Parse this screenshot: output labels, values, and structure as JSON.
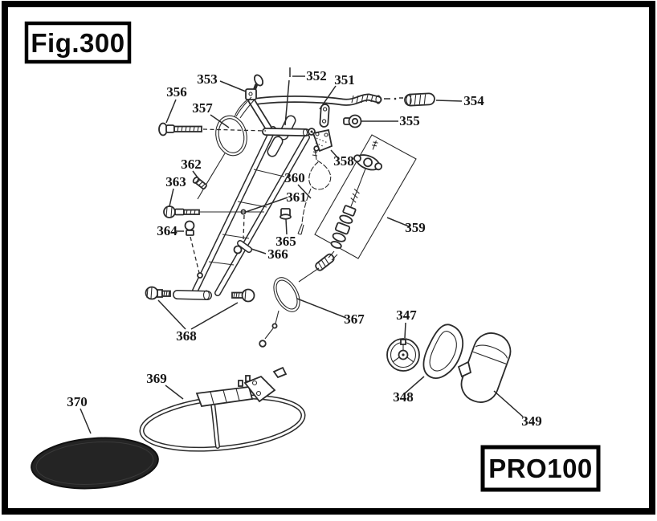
{
  "figure": {
    "title": "Fig.300",
    "model": "PRO100"
  },
  "parts": {
    "p347": "347",
    "p348": "348",
    "p349": "349",
    "p351": "351",
    "p352": "352",
    "p353": "353",
    "p354": "354",
    "p355": "355",
    "p356": "356",
    "p357": "357",
    "p358": "358",
    "p359": "359",
    "p360": "360",
    "p361": "361",
    "p362": "362",
    "p363": "363",
    "p364": "364",
    "p365": "365",
    "p366": "366",
    "p367": "367",
    "p368": "368",
    "p369": "369",
    "p370": "370"
  },
  "colors": {
    "line": "#2b2b2b",
    "background": "#ffffff",
    "border": "#000000",
    "mat_fill": "#242424"
  }
}
